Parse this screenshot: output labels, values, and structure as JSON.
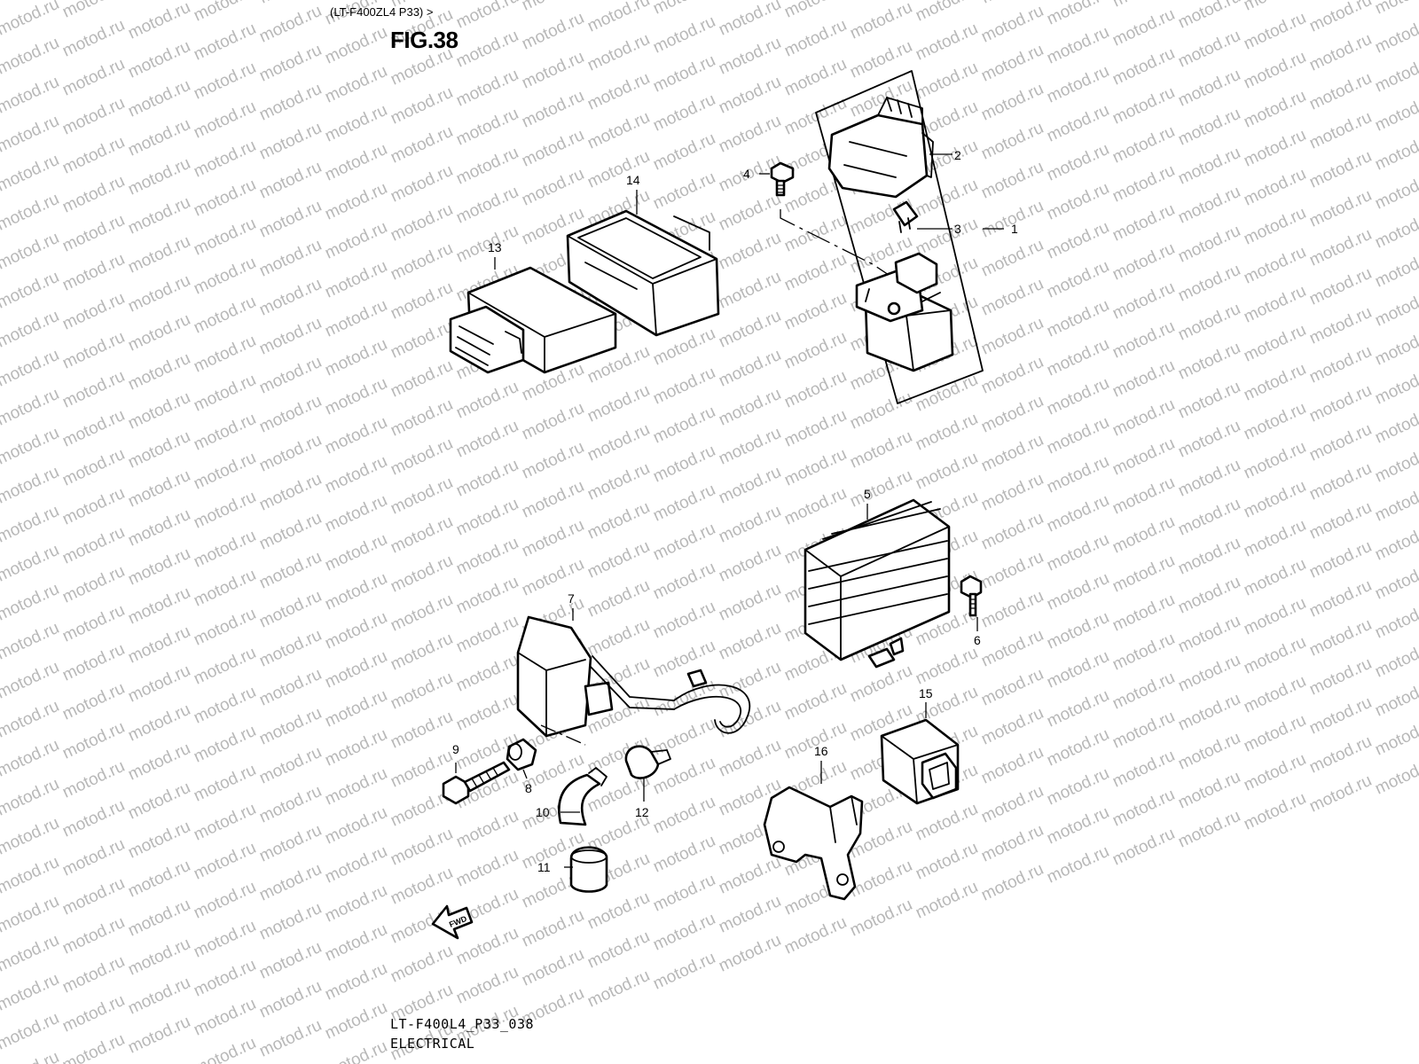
{
  "header": {
    "model_ref": "(LT-F400ZL4 P33) >",
    "figure_title": "FIG.38"
  },
  "footer": {
    "drawing_code": "LT-F400L4_P33_038",
    "section_title": "ELECTRICAL"
  },
  "watermark": {
    "text": "motod.ru"
  },
  "fwd_arrow": {
    "label": "FWD"
  },
  "callouts": [
    {
      "num": "1"
    },
    {
      "num": "2"
    },
    {
      "num": "3"
    },
    {
      "num": "4"
    },
    {
      "num": "5"
    },
    {
      "num": "6"
    },
    {
      "num": "7"
    },
    {
      "num": "8"
    },
    {
      "num": "9"
    },
    {
      "num": "10"
    },
    {
      "num": "11"
    },
    {
      "num": "12"
    },
    {
      "num": "13"
    },
    {
      "num": "14"
    },
    {
      "num": "15"
    },
    {
      "num": "16"
    }
  ]
}
